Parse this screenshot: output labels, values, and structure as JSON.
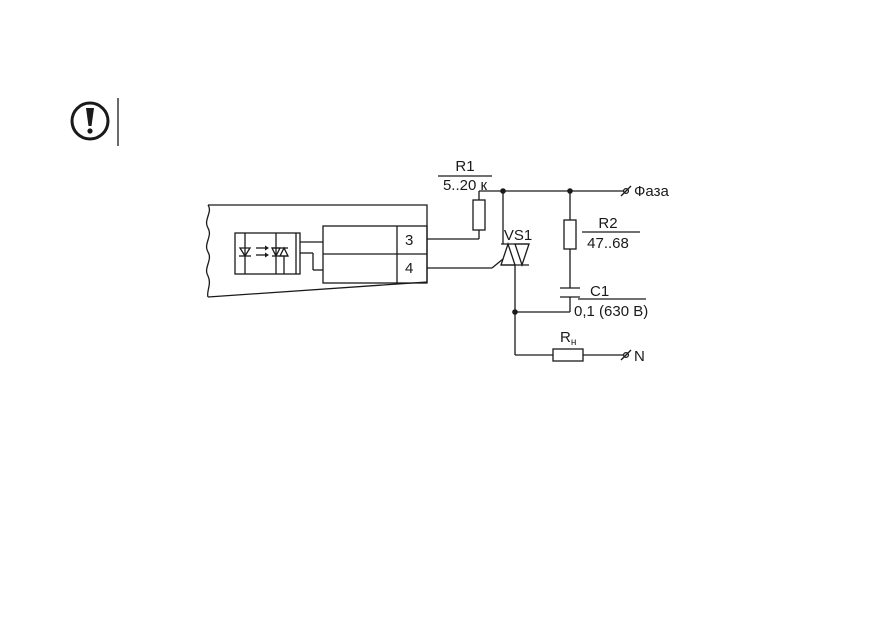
{
  "notice": {
    "icon": "exclamation-circle-icon"
  },
  "terminals": {
    "t3": "3",
    "t4": "4"
  },
  "components": {
    "r1": {
      "name": "R1",
      "value": "5..20 к"
    },
    "r2": {
      "name": "R2",
      "value": "47..68"
    },
    "c1": {
      "name": "C1",
      "value": "0,1 (630 В)"
    },
    "vs1": {
      "name": "VS1"
    },
    "rn": {
      "name": "R",
      "subscript": "н"
    }
  },
  "nodes": {
    "phase": "Фаза",
    "neutral": "N"
  }
}
